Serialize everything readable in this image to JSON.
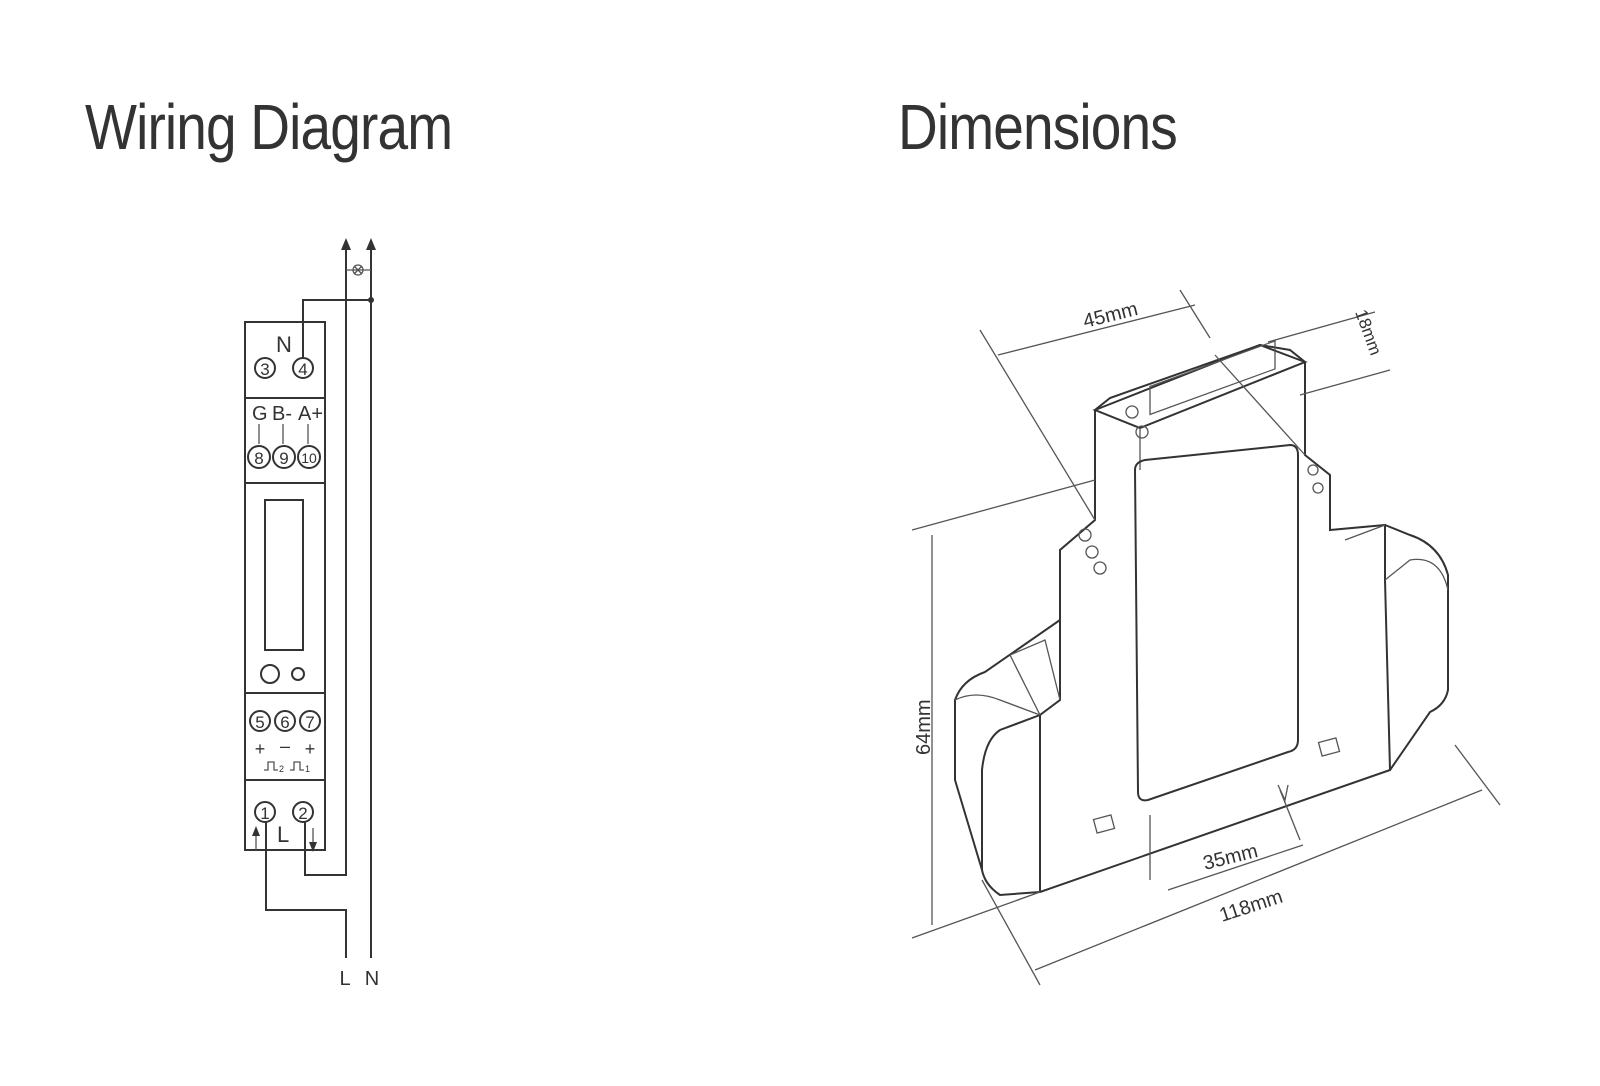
{
  "wiring": {
    "title": "Wiring Diagram",
    "n_label": "N",
    "comm_labels": [
      "G",
      "B-",
      "A+"
    ],
    "top_terminals": [
      "3",
      "4"
    ],
    "comm_terminals": [
      "8",
      "9",
      "10"
    ],
    "pulse_terminals": [
      "5",
      "6",
      "7"
    ],
    "pulse_signs": [
      "+",
      "–",
      "+"
    ],
    "pulse_names": [
      "⎍2",
      "⎍1"
    ],
    "line_terminals": [
      "1",
      "2"
    ],
    "l_label": "L",
    "feed_labels": [
      "L",
      "N"
    ]
  },
  "dimensions": {
    "title": "Dimensions",
    "labels": {
      "width_top": "45mm",
      "depth": "18mm",
      "height": "64mm",
      "base": "35mm",
      "length": "118mm"
    }
  }
}
